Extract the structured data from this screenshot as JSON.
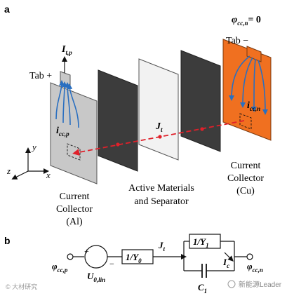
{
  "panel_a": {
    "label": "a",
    "left_collector": {
      "tab_label": "Tab +",
      "current_symbol": "I",
      "current_subscript": "t,p",
      "local_current": "i",
      "local_current_subscript": "cc,p",
      "caption": [
        "Current",
        "Collector",
        "(Al)"
      ],
      "color": "#c8c8c8"
    },
    "right_collector": {
      "potential_symbol": "φ",
      "potential_subscript": "cc,n",
      "potential_value": "= 0",
      "tab_label": "Tab −",
      "local_current": "i",
      "local_current_subscript": "cc,n",
      "caption": [
        "Current",
        "Collector",
        "(Cu)"
      ],
      "color": "#f07020"
    },
    "middle": {
      "flux_symbol": "J",
      "flux_subscript": "t",
      "caption": [
        "Active Materials",
        "and Separator"
      ]
    },
    "axes": {
      "x": "x",
      "y": "y",
      "z": "z"
    },
    "colors": {
      "arrow_blue": "#2a6fc0",
      "flux_red": "#e0202a",
      "dark_plate": "#3c3c3c",
      "light_plate": "#f2f2f2"
    }
  },
  "panel_b": {
    "label": "b",
    "left_terminal": {
      "symbol": "φ",
      "subscript": "cc,p"
    },
    "source": {
      "symbol": "U",
      "subscript": "0,lin",
      "plus": "+",
      "minus": "−"
    },
    "impedance_1": {
      "numerator": "1/",
      "symbol": "Y",
      "subscript": "0"
    },
    "flux": {
      "symbol": "J",
      "subscript": "t"
    },
    "impedance_2": {
      "numerator": "1/",
      "symbol": "Y",
      "subscript": "1"
    },
    "current": {
      "symbol": "I",
      "subscript": "c"
    },
    "capacitor": {
      "symbol": "C",
      "subscript": "1"
    },
    "right_terminal": {
      "symbol": "φ",
      "subscript": "cc,n"
    }
  },
  "watermarks": {
    "left": "© 大材研究",
    "right": "新能源Leader"
  }
}
